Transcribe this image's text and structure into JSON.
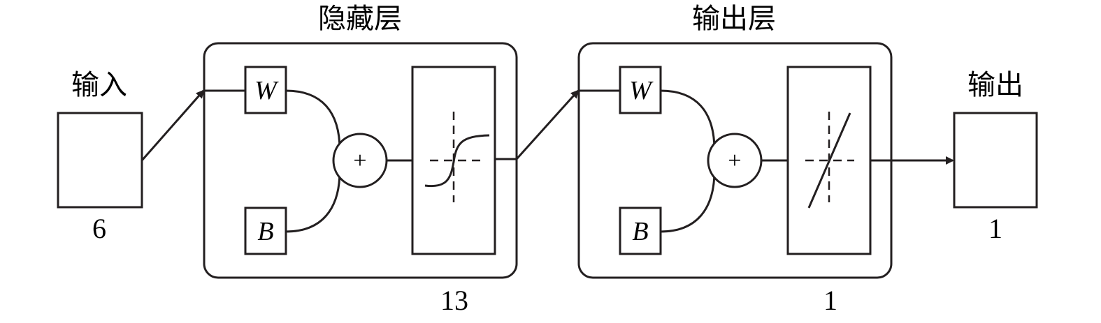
{
  "input": {
    "title": "输入",
    "size": "6"
  },
  "hidden_layer": {
    "title": "隐藏层",
    "weight_label": "W",
    "bias_label": "B",
    "sum_symbol": "+",
    "activation_icon": "sigmoid-curve-icon",
    "neurons": "13"
  },
  "output_layer": {
    "title": "输出层",
    "weight_label": "W",
    "bias_label": "B",
    "sum_symbol": "+",
    "activation_icon": "linear-line-icon",
    "neurons": "1"
  },
  "output": {
    "title": "输出",
    "size": "1"
  }
}
